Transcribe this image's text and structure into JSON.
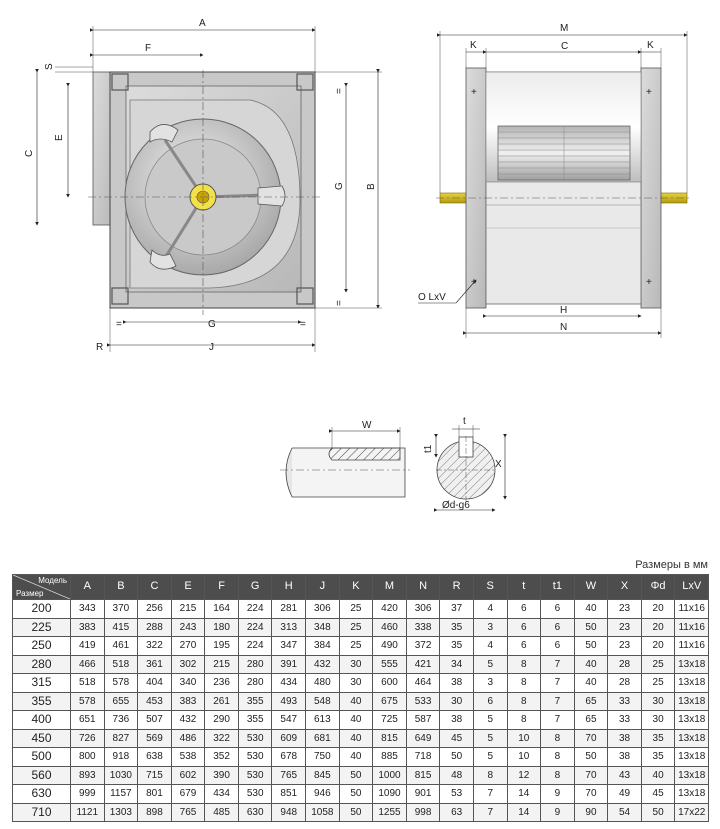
{
  "units_note": "Размеры в мм",
  "dims": {
    "A": "A",
    "F": "F",
    "S": "S",
    "C": "C",
    "E": "E",
    "G": "G",
    "B": "B",
    "R": "R",
    "J": "J",
    "M": "M",
    "K": "K",
    "H": "H",
    "N": "N",
    "OLxV": "O LxV",
    "W": "W",
    "t": "t",
    "t1": "t1",
    "X": "X",
    "Od": "Ød-g6",
    "eq": "="
  },
  "table": {
    "corner_top": "Модель",
    "corner_bottom": "Размер",
    "columns": [
      "A",
      "B",
      "C",
      "E",
      "F",
      "G",
      "H",
      "J",
      "K",
      "M",
      "N",
      "R",
      "S",
      "t",
      "t1",
      "W",
      "X",
      "Φd",
      "LxV"
    ],
    "rows": [
      {
        "size": "200",
        "values": [
          "343",
          "370",
          "256",
          "215",
          "164",
          "224",
          "281",
          "306",
          "25",
          "420",
          "306",
          "37",
          "4",
          "6",
          "6",
          "40",
          "23",
          "20",
          "11x16"
        ]
      },
      {
        "size": "225",
        "values": [
          "383",
          "415",
          "288",
          "243",
          "180",
          "224",
          "313",
          "348",
          "25",
          "460",
          "338",
          "35",
          "3",
          "6",
          "6",
          "50",
          "23",
          "20",
          "11x16"
        ]
      },
      {
        "size": "250",
        "values": [
          "419",
          "461",
          "322",
          "270",
          "195",
          "224",
          "347",
          "384",
          "25",
          "490",
          "372",
          "35",
          "4",
          "6",
          "6",
          "50",
          "23",
          "20",
          "11x16"
        ]
      },
      {
        "size": "280",
        "values": [
          "466",
          "518",
          "361",
          "302",
          "215",
          "280",
          "391",
          "432",
          "30",
          "555",
          "421",
          "34",
          "5",
          "8",
          "7",
          "40",
          "28",
          "25",
          "13x18"
        ]
      },
      {
        "size": "315",
        "values": [
          "518",
          "578",
          "404",
          "340",
          "236",
          "280",
          "434",
          "480",
          "30",
          "600",
          "464",
          "38",
          "3",
          "8",
          "7",
          "40",
          "28",
          "25",
          "13x18"
        ]
      },
      {
        "size": "355",
        "values": [
          "578",
          "655",
          "453",
          "383",
          "261",
          "355",
          "493",
          "548",
          "40",
          "675",
          "533",
          "30",
          "6",
          "8",
          "7",
          "65",
          "33",
          "30",
          "13x18"
        ]
      },
      {
        "size": "400",
        "values": [
          "651",
          "736",
          "507",
          "432",
          "290",
          "355",
          "547",
          "613",
          "40",
          "725",
          "587",
          "38",
          "5",
          "8",
          "7",
          "65",
          "33",
          "30",
          "13x18"
        ]
      },
      {
        "size": "450",
        "values": [
          "726",
          "827",
          "569",
          "486",
          "322",
          "530",
          "609",
          "681",
          "40",
          "815",
          "649",
          "45",
          "5",
          "10",
          "8",
          "70",
          "38",
          "35",
          "13x18"
        ]
      },
      {
        "size": "500",
        "values": [
          "800",
          "918",
          "638",
          "538",
          "352",
          "530",
          "678",
          "750",
          "40",
          "885",
          "718",
          "50",
          "5",
          "10",
          "8",
          "50",
          "38",
          "35",
          "13x18"
        ]
      },
      {
        "size": "560",
        "values": [
          "893",
          "1030",
          "715",
          "602",
          "390",
          "530",
          "765",
          "845",
          "50",
          "1000",
          "815",
          "48",
          "8",
          "12",
          "8",
          "70",
          "43",
          "40",
          "13x18"
        ]
      },
      {
        "size": "630",
        "values": [
          "999",
          "1157",
          "801",
          "679",
          "434",
          "530",
          "851",
          "946",
          "50",
          "1090",
          "901",
          "53",
          "7",
          "14",
          "9",
          "70",
          "49",
          "45",
          "13x18"
        ]
      },
      {
        "size": "710",
        "values": [
          "1121",
          "1303",
          "898",
          "765",
          "485",
          "630",
          "948",
          "1058",
          "50",
          "1255",
          "998",
          "63",
          "7",
          "14",
          "9",
          "90",
          "54",
          "50",
          "17x22"
        ]
      }
    ]
  }
}
